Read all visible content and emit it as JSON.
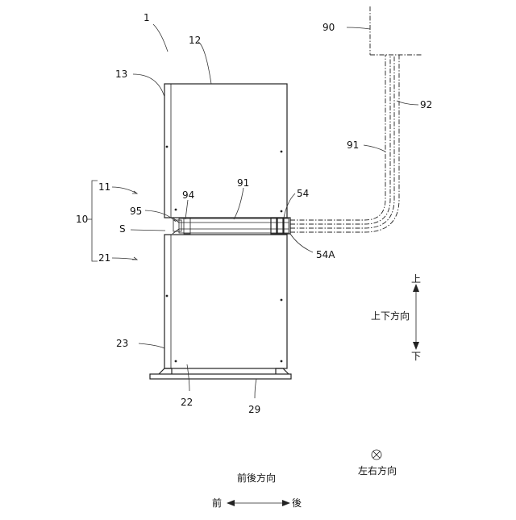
{
  "labels": {
    "device": "1",
    "top_unit": "12",
    "top_unit_side": "13",
    "upper_unit": "11",
    "assembly": "10",
    "gap": "S",
    "lower_unit": "21",
    "lower_unit_side": "23",
    "lower_unit_front": "22",
    "base": "29",
    "part_94": "94",
    "part_95": "95",
    "duct_center": "91",
    "duct_riser": "91",
    "duct_outer": "92",
    "ceiling": "90",
    "connector": "54",
    "connector_a": "54A"
  },
  "axes": {
    "vertical_title": "上下方向",
    "up": "上",
    "down": "下",
    "front_back_title": "前後方向",
    "front": "前",
    "back": "後",
    "left_right_title": "左右方向"
  }
}
